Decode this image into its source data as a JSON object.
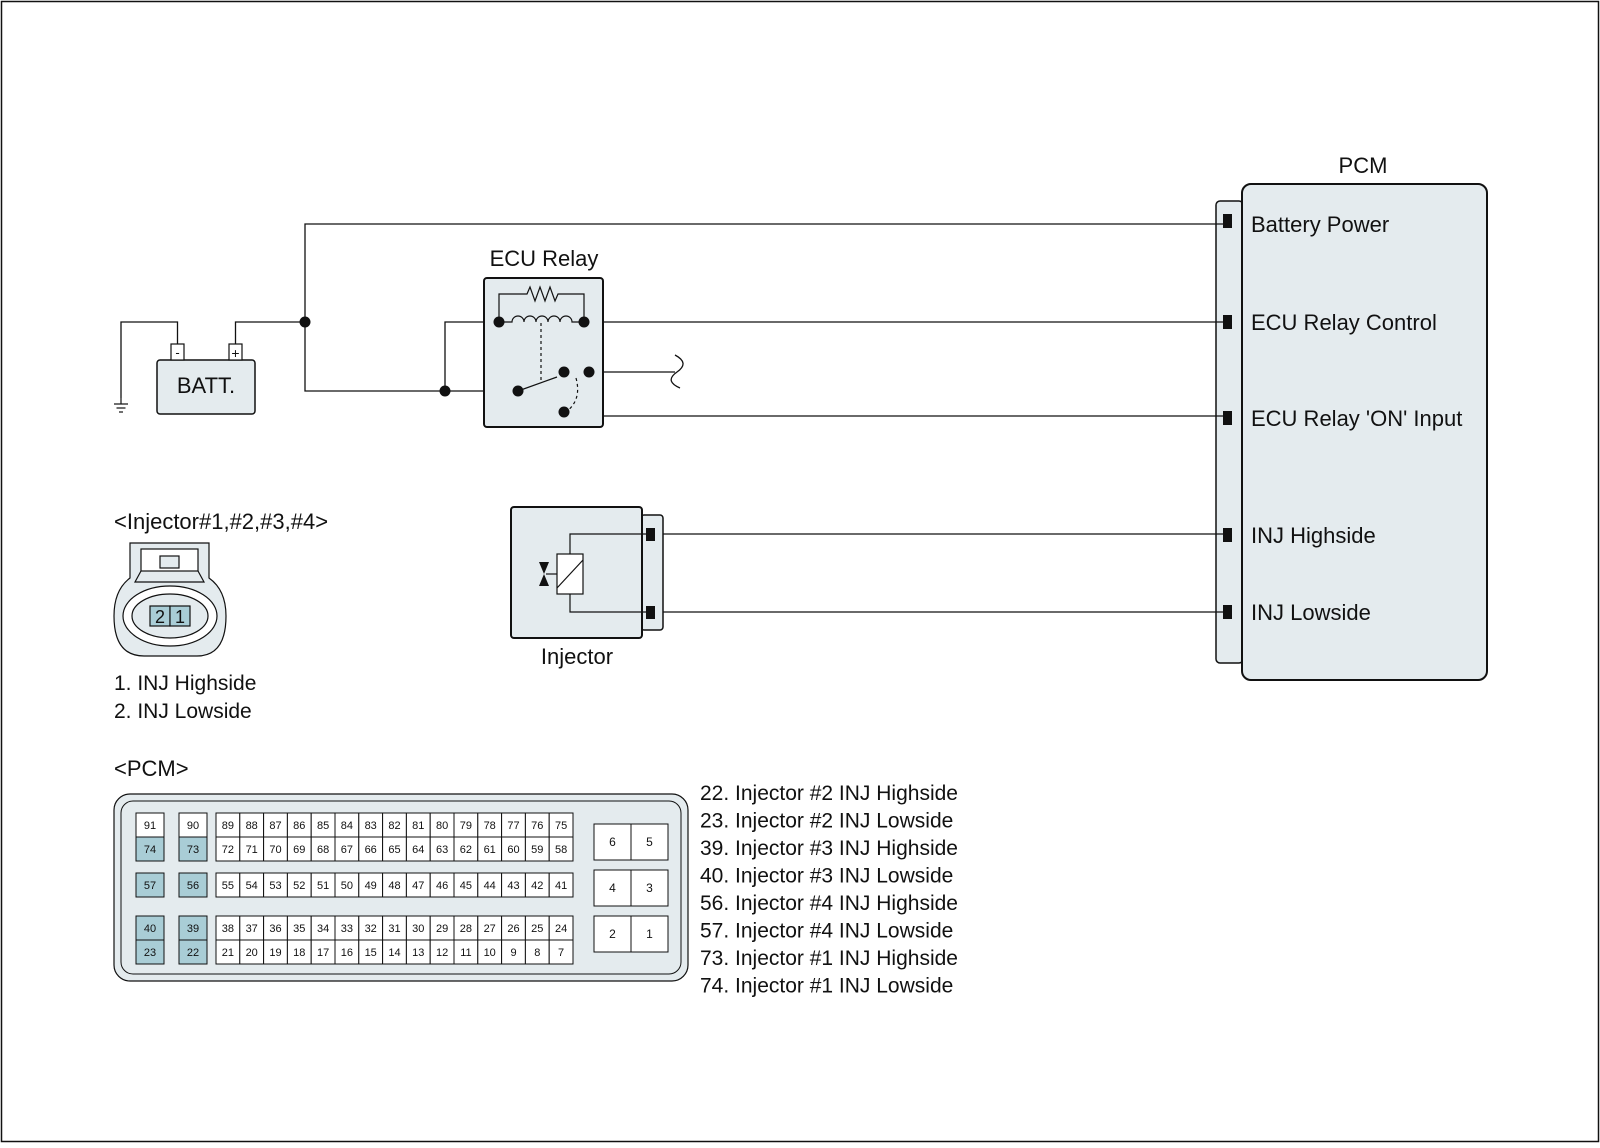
{
  "colors": {
    "line": "#111111",
    "box_fill": "#e4ebee",
    "highlight_pin": "#a9cdd6",
    "pin_fill": "#ffffff"
  },
  "battery": {
    "label": "BATT.",
    "minus": "-",
    "plus": "+"
  },
  "relay": {
    "title": "ECU Relay"
  },
  "injector": {
    "title": "Injector"
  },
  "pcm": {
    "title": "PCM",
    "terminals": {
      "battery_power": "Battery Power",
      "relay_control": "ECU Relay Control",
      "relay_on_input": "ECU Relay 'ON' Input",
      "inj_highside": "INJ Highside",
      "inj_lowside": "INJ Lowside"
    }
  },
  "injector_connector": {
    "title": "<Injector#1,#2,#3,#4>",
    "pin_a": "2",
    "pin_b": "1",
    "pins": [
      "1. INJ Highside",
      "2. INJ Lowside"
    ]
  },
  "pcm_connector": {
    "title": "<PCM>",
    "left_col1": [
      "91",
      "74",
      "57",
      "40",
      "23"
    ],
    "left_col2": [
      "90",
      "73",
      "56",
      "39",
      "22"
    ],
    "highlighted": [
      "74",
      "73",
      "57",
      "56",
      "40",
      "39",
      "23",
      "22"
    ],
    "row1": [
      "89",
      "88",
      "87",
      "86",
      "85",
      "84",
      "83",
      "82",
      "81",
      "80",
      "79",
      "78",
      "77",
      "76",
      "75"
    ],
    "row2": [
      "72",
      "71",
      "70",
      "69",
      "68",
      "67",
      "66",
      "65",
      "64",
      "63",
      "62",
      "61",
      "60",
      "59",
      "58"
    ],
    "row3": [
      "55",
      "54",
      "53",
      "52",
      "51",
      "50",
      "49",
      "48",
      "47",
      "46",
      "45",
      "44",
      "43",
      "42",
      "41"
    ],
    "row4": [
      "38",
      "37",
      "36",
      "35",
      "34",
      "33",
      "32",
      "31",
      "30",
      "29",
      "28",
      "27",
      "26",
      "25",
      "24"
    ],
    "row5": [
      "21",
      "20",
      "19",
      "18",
      "17",
      "16",
      "15",
      "14",
      "13",
      "12",
      "11",
      "10",
      "9",
      "8",
      "7"
    ],
    "right_pairs": [
      [
        "6",
        "5"
      ],
      [
        "4",
        "3"
      ],
      [
        "2",
        "1"
      ]
    ],
    "pins": [
      "22. Injector #2 INJ Highside",
      "23. Injector #2 INJ Lowside",
      "39. Injector #3 INJ Highside",
      "40. Injector #3 INJ Lowside",
      "56. Injector #4 INJ Highside",
      "57. Injector #4 INJ Lowside",
      "73. Injector #1 INJ Highside",
      "74. Injector #1 INJ Lowside"
    ]
  }
}
